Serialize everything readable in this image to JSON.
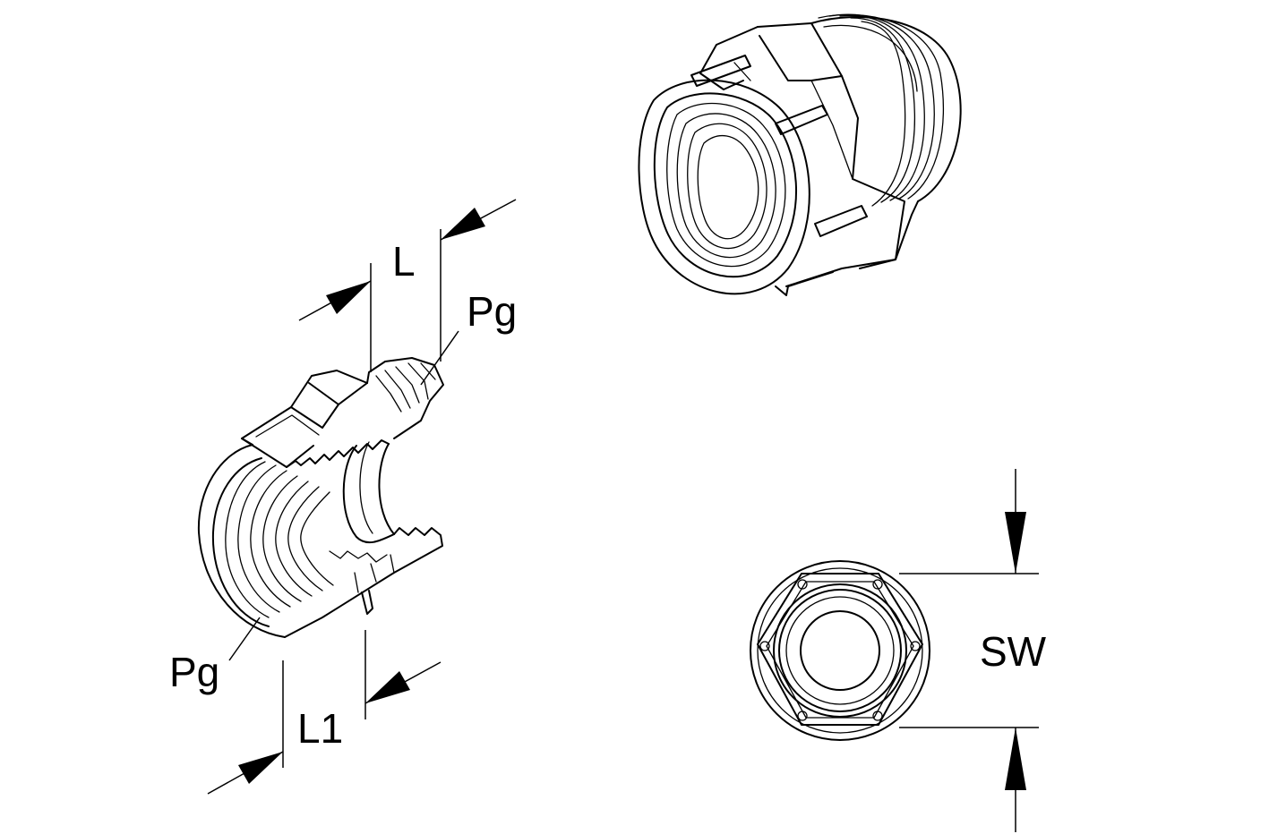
{
  "labels": {
    "length": "L",
    "thread_top": "Pg",
    "thread_bottom": "Pg",
    "length_inner": "L1",
    "wrench_size": "SW"
  }
}
